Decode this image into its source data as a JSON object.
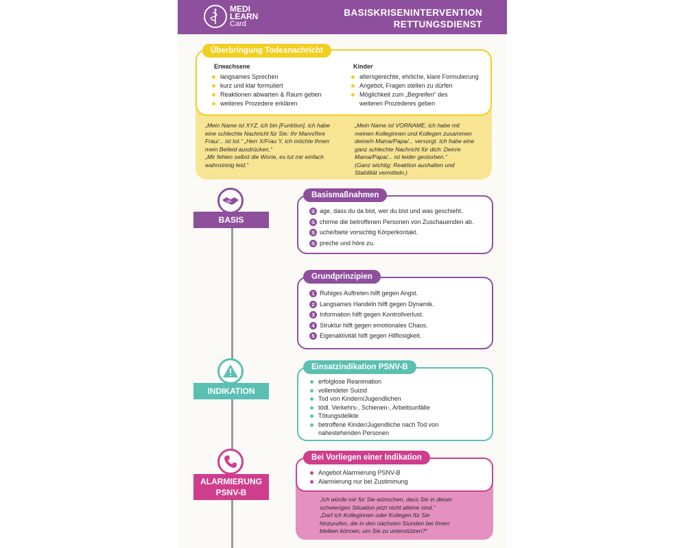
{
  "header": {
    "logo_line1": "MEDI",
    "logo_line2": "LEARN",
    "logo_line3": "Card",
    "title_line1": "BASISKRISENINTERVENTION",
    "title_line2": "RETTUNGSDIENST"
  },
  "colors": {
    "purple": "#8e4f9c",
    "yellow": "#f1cf1e",
    "teal": "#5bbfb1",
    "pink": "#cf3e8c"
  },
  "todesnachricht": {
    "title": "Überbringung Todesnachricht",
    "adults": {
      "heading": "Erwachsene",
      "items": [
        "langsames Sprechen",
        "kurz und klar formuliert",
        "Reaktionen abwarten & Raum geben",
        "weiteres Prozedere erklären"
      ],
      "quote": [
        "„Mein Name ist XYZ, ich bin [Funktion], ich habe",
        "eine schlechte Nachricht für Sie: Ihr Mann/Ihre",
        "Frau/... ist tot.“ „Herr X/Frau Y, ich möchte Ihnen",
        "mein Beileid ausdrücken.“",
        "„Mir fehlen selbst die Worte, es tut mir einfach",
        "wahnsinnig leid.“"
      ]
    },
    "children": {
      "heading": "Kinder",
      "items": [
        "altersgerechte, ehrliche, klare Formulierung",
        "Angebot, Fragen stellen zu dürfen",
        "Möglichkeit zum „Begreifen“ des weiteren Prozederes geben"
      ],
      "quote": [
        "„Mein Name ist VORNAME, ich habe mit",
        "meinen Kolleginnen und Kollegen zusammen",
        "deine/n  Mama/Papa/... versorgt. Ich habe eine",
        "ganz schlechte Nachricht für dich: Dein/e",
        "Mama/Papa/... ist leider gestorben.“",
        "(Ganz wichtig: Reaktion aushalten und",
        "Stabilität vermitteln.)"
      ]
    }
  },
  "sections": {
    "basis": "BASIS",
    "indikation": "INDIKATION",
    "alarmierung_line1": "ALARMIERUNG",
    "alarmierung_line2": "PSNV-B"
  },
  "basismassnahmen": {
    "title": "Basismaßnahmen",
    "letter": "S",
    "items": [
      "age, dass du da bist, wer du bist und was geschieht.",
      "chirme die betroffenen Personen von Zuschauenden ab.",
      "uche/biete vorsichtig Körperkontakt.",
      "preche und höre zu."
    ]
  },
  "grundprinzipien": {
    "title": "Grundprinzipien",
    "numbers": [
      "1",
      "2",
      "3",
      "4",
      "5"
    ],
    "items": [
      "Ruhiges Auftreten hilft gegen Angst.",
      "Langsames Handeln hilft gegen Dynamik.",
      "Information hilft gegen Kontrollverlust.",
      "Struktur hilft gegen emotionales Chaos.",
      "Eigenaktivität hilft gegen Hilflosigkeit."
    ]
  },
  "einsatzindikation": {
    "title": "Einsatzindikation PSNV-B",
    "items": [
      "erfolglose Reanimation",
      "vollendeter Suizid",
      "Tod von Kindern/Jugendlichen",
      "tödl. Verkehrs-, Schienen-, Arbeitsunfälle",
      "Tötungsdelikte",
      "betroffene Kinder/Jugendliche nach Tod von nahestehenden Personen"
    ]
  },
  "vorliegen": {
    "title": "Bei Vorliegen einer Indikation",
    "items": [
      "Angebot Alarmierung PSNV-B",
      "Alarmierung nur bei Zustimmung"
    ],
    "quote": [
      "„Ich würde mir für Sie wünschen, dass Sie in dieser",
      "schwierigen Situation jetzt nicht alleine sind.“",
      "„Darf ich Kolleginnen oder Kollegen für Sie",
      "hinzurufen, die in den nächsten Stunden bei Ihnen",
      "bleiben können, um Sie zu unterstützen?“"
    ]
  }
}
